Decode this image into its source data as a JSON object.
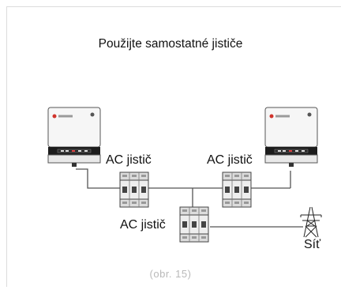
{
  "title": "Použijte samostatné jističe",
  "labels": {
    "breaker_left": "AC jistič",
    "breaker_right": "AC jistič",
    "breaker_main": "AC jistič",
    "grid": "Síť"
  },
  "caption": "(obr. 15)"
}
